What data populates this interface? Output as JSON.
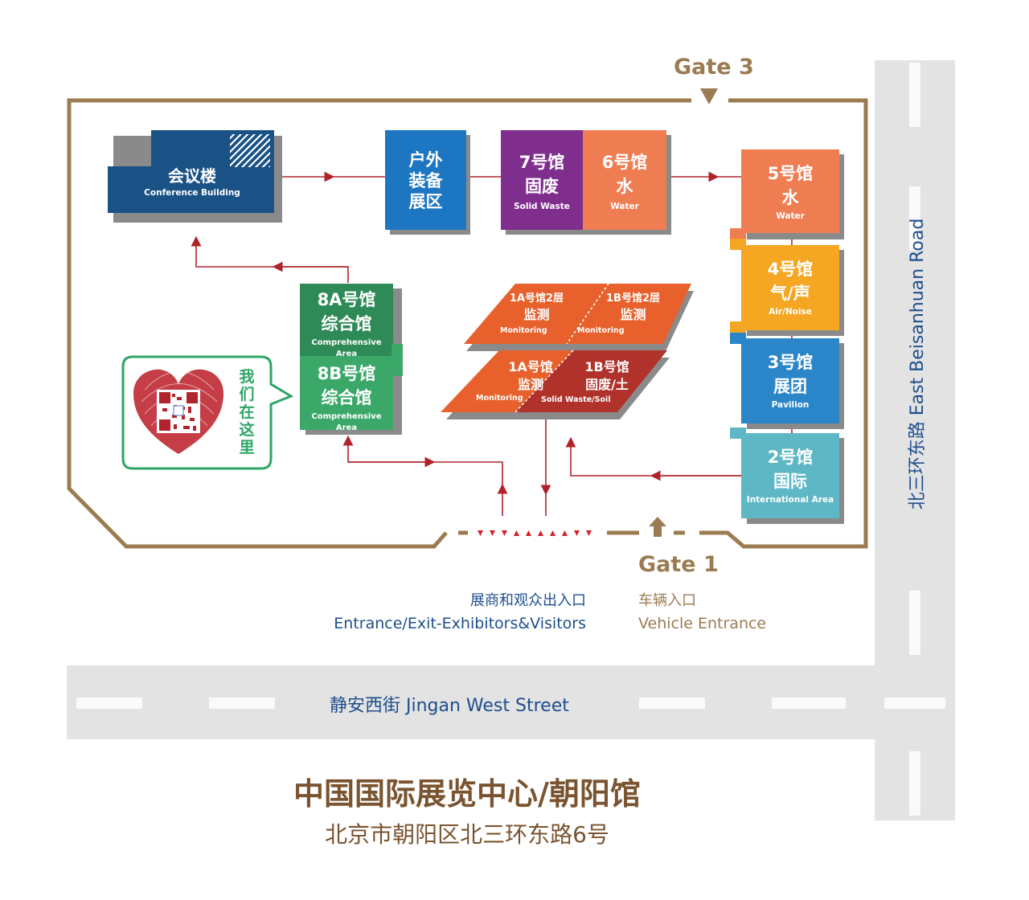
{
  "gates": {
    "gate3": "Gate 3",
    "gate1": "Gate 1"
  },
  "buildings": {
    "conference": {
      "cn": "会议楼",
      "en": "Conference Building",
      "color": "#1a5286"
    },
    "outdoor": {
      "l1": "户外",
      "l2": "装备",
      "l3": "展区",
      "color": "#1c76c2"
    },
    "hall7": {
      "name": "7号馆",
      "cn": "固废",
      "en": "Solid Waste",
      "color": "#7f2e8e"
    },
    "hall6": {
      "name": "6号馆",
      "cn": "水",
      "en": "Water",
      "color": "#ef7d52"
    },
    "hall5": {
      "name": "5号馆",
      "cn": "水",
      "en": "Water",
      "color": "#ef7d52"
    },
    "hall4": {
      "name": "4号馆",
      "cn": "气/声",
      "en": "Air/Noise",
      "color": "#f5a623"
    },
    "hall3": {
      "name": "3号馆",
      "cn": "展团",
      "en": "Pavilion",
      "color": "#2a86c9"
    },
    "hall2": {
      "name": "2号馆",
      "cn": "国际",
      "en": "International Area",
      "color": "#5db7c4"
    },
    "hall8a": {
      "name": "8A号馆",
      "cn": "综合馆",
      "en": "Comprehensive Area",
      "color": "#2e8b57"
    },
    "hall8b": {
      "name": "8B号馆",
      "cn": "综合馆",
      "en": "Comprehensive Area",
      "color": "#3ba86a"
    },
    "hall1a2": {
      "name": "1A号馆2层",
      "cn": "监测",
      "en": "Monitoring"
    },
    "hall1b2": {
      "name": "1B号馆2层",
      "cn": "监测",
      "en": "Monitoring"
    },
    "hall1a": {
      "name": "1A号馆",
      "cn": "监测",
      "en": "Monitoring"
    },
    "hall1b": {
      "name": "1B号馆",
      "cn": "固废/土",
      "en": "Solid Waste/Soil"
    }
  },
  "callout": {
    "text": [
      "我",
      "们",
      "在",
      "这",
      "里"
    ]
  },
  "entrance": {
    "cn": "展商和观众出入口",
    "en": "Entrance/Exit-Exhibitors&Visitors"
  },
  "vehicle": {
    "cn": "车辆入口",
    "en": "Vehicle Entrance"
  },
  "streets": {
    "south": "静安西街 Jingan West Street",
    "east": "北三环东路 East Beisanhuan Road"
  },
  "footer": {
    "title": "中国国际展览中心/朝阳馆",
    "address": "北京市朝阳区北三环东路6号"
  }
}
